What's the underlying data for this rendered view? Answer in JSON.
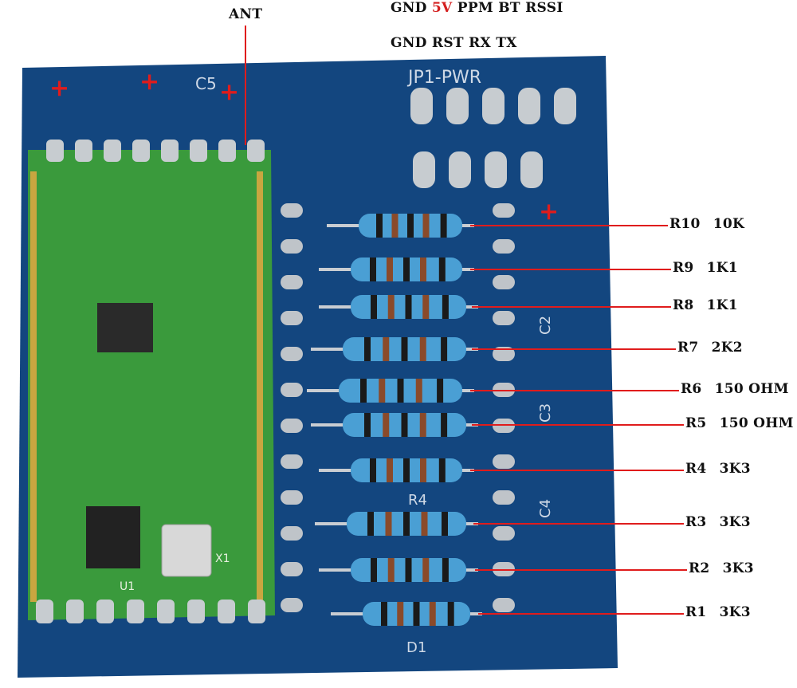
{
  "annotations": {
    "antenna": "ANT",
    "header_top": {
      "gnd": "GND",
      "v5": "5V",
      "rest": "PPM BT RSSI"
    },
    "header_bottom": "GND RST RX TX"
  },
  "resistors": [
    {
      "name": "R10",
      "value": "10K"
    },
    {
      "name": "R9",
      "value": "1K1"
    },
    {
      "name": "R8",
      "value": "1K1"
    },
    {
      "name": "R7",
      "value": "2K2"
    },
    {
      "name": "R6",
      "value": "150 OHM"
    },
    {
      "name": "R5",
      "value": "150 OHM"
    },
    {
      "name": "R4",
      "value": "3K3"
    },
    {
      "name": "R3",
      "value": "3K3"
    },
    {
      "name": "R2",
      "value": "3K3"
    },
    {
      "name": "R1",
      "value": "3K3"
    }
  ],
  "silkscreen": {
    "jp1": "JP1-PWR",
    "c5": "C5",
    "c2": "C2",
    "c3": "C3",
    "c4": "C4",
    "u1": "U1",
    "x1": "X1",
    "r4": "R4",
    "d1": "D1"
  },
  "colors": {
    "board": "#13467f",
    "module": "#3a9a3c",
    "annotation_line": "#e01c1c",
    "resistor_body": "#4a9fd4"
  }
}
